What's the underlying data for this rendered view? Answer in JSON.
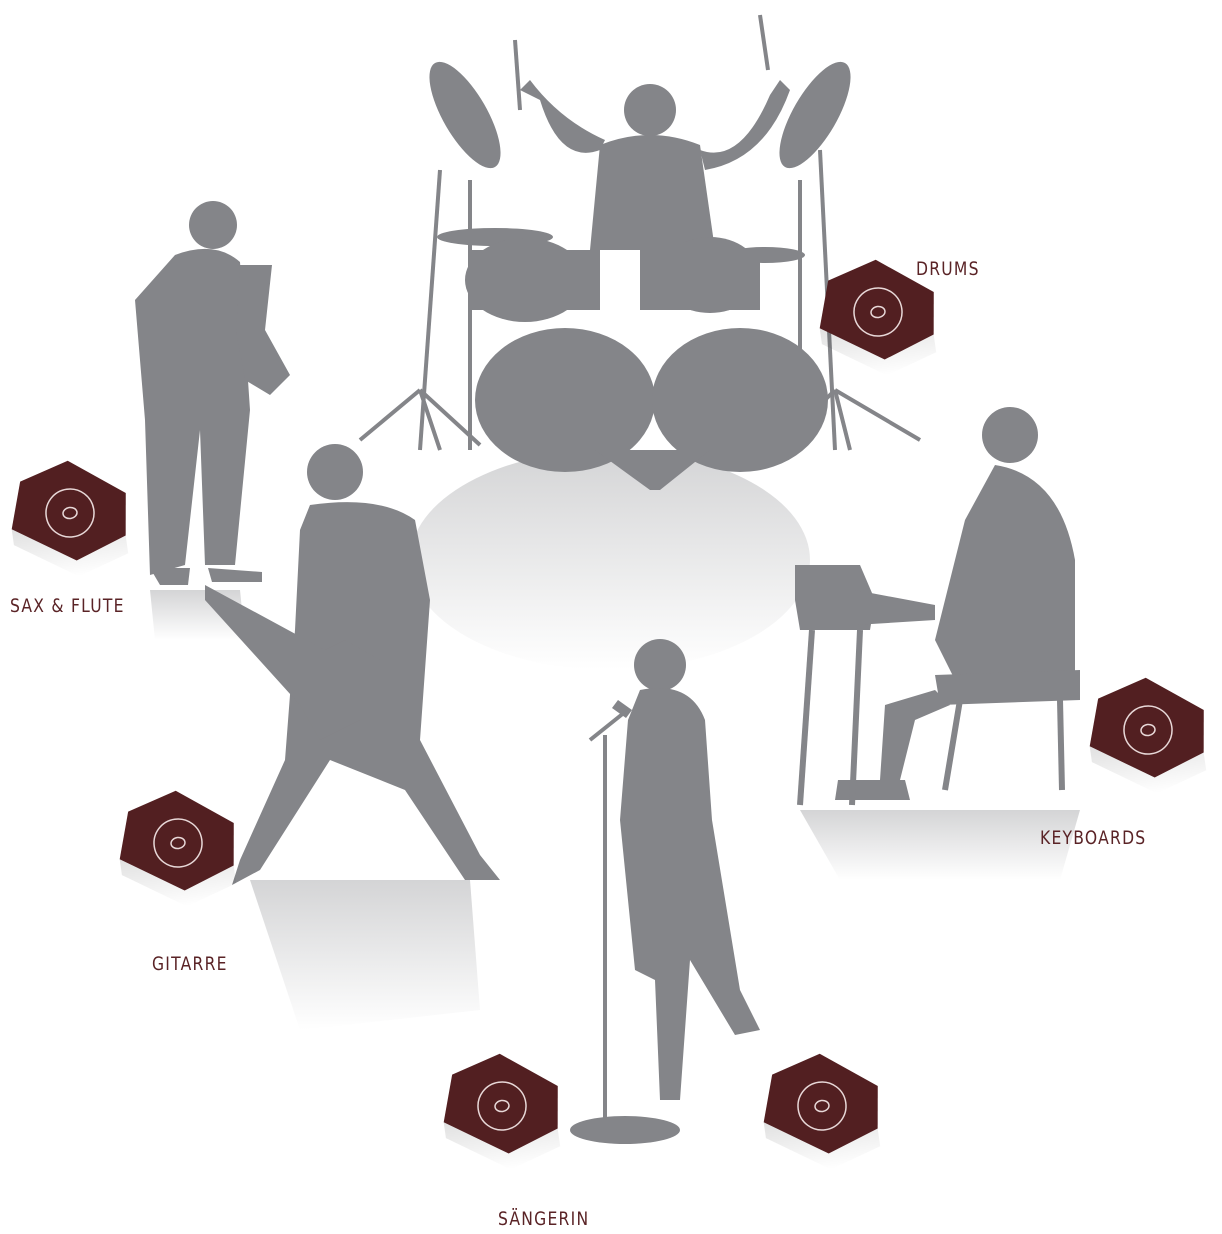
{
  "diagram": {
    "labels": {
      "drums": "DRUMS",
      "sax_flute": "SAX & FLUTE",
      "keyboards": "KEYBOARDS",
      "gitarre": "GITARRE",
      "saengerin": "SÄNGERIN"
    },
    "colors": {
      "silhouette": "#848589",
      "monitor": "#521f21",
      "label": "#5a2326"
    }
  }
}
